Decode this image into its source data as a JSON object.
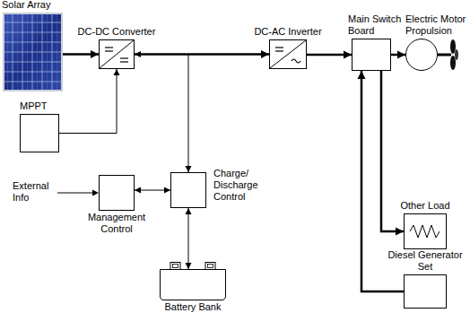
{
  "diagram": {
    "nodes": [
      {
        "text": [
          "Solar Array"
        ]
      },
      {
        "text": [
          "DC-DC Converter"
        ]
      },
      {
        "text": [
          "MPPT"
        ]
      },
      {
        "text": [
          "DC-AC Inverter"
        ]
      },
      {
        "text": [
          "Main Switch Board"
        ]
      },
      {
        "text": [
          "Electric Motor Propulsion"
        ]
      },
      {
        "text": [
          "Other Load"
        ]
      },
      {
        "text": [
          "Diesel Generator Set"
        ]
      },
      {
        "text": [
          "Management Control"
        ]
      },
      {
        "text": [
          "Charge/ Discharge Control"
        ]
      },
      {
        "text": [
          "Battery Bank"
        ]
      }
    ],
    "edges": [
      {
        "from": 0,
        "to": 1,
        "arrow": "to"
      },
      {
        "from": 2,
        "to": 1,
        "arrow": "to"
      },
      {
        "from": 1,
        "to": 3,
        "arrow": "to"
      },
      {
        "from": 9,
        "to": 1,
        "arrow": "both"
      },
      {
        "from": 8,
        "to": 9,
        "arrow": "both"
      },
      {
        "from": 9,
        "to": 10,
        "arrow": "both"
      },
      {
        "from": 3,
        "to": 4,
        "arrow": "to"
      },
      {
        "from": 4,
        "to": 5,
        "arrow": "to"
      },
      {
        "from": 4,
        "to": 6,
        "arrow": "to"
      },
      {
        "from": 7,
        "to": 4,
        "arrow": "to"
      }
    ],
    "labels": [
      "External Info"
    ]
  }
}
